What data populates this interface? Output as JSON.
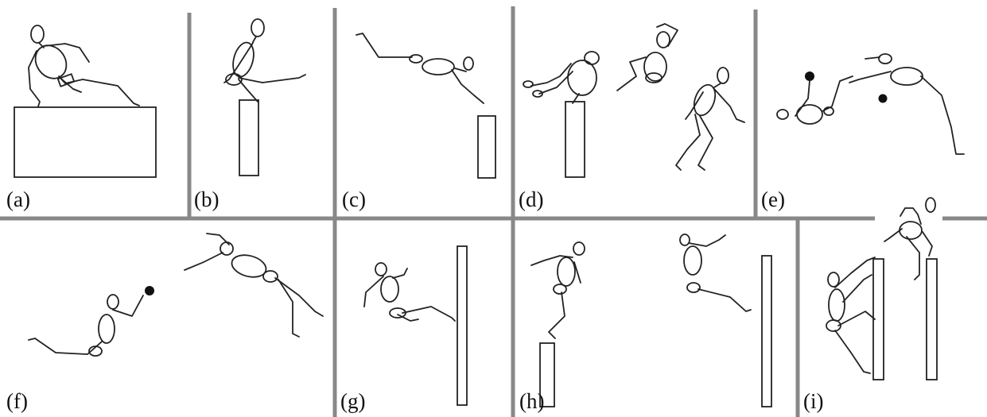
{
  "panels": [
    {
      "id": "a",
      "label": "(a)"
    },
    {
      "id": "b",
      "label": "(b)"
    },
    {
      "id": "c",
      "label": "(c)"
    },
    {
      "id": "d",
      "label": "(d)"
    },
    {
      "id": "e",
      "label": "(e)"
    },
    {
      "id": "f",
      "label": "(f)"
    },
    {
      "id": "g",
      "label": "(g)"
    },
    {
      "id": "h",
      "label": "(h)"
    },
    {
      "id": "i",
      "label": "(i)"
    }
  ],
  "colors": {
    "divider": "#888888",
    "ink": "#222222",
    "background": "#ffffff"
  }
}
